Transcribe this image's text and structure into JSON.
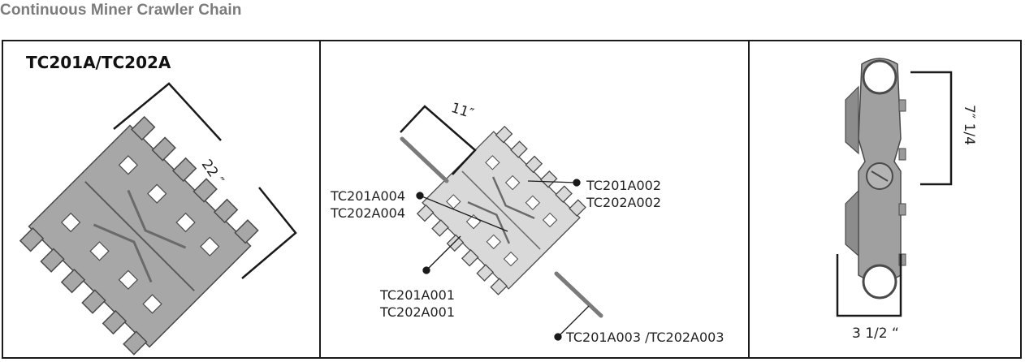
{
  "page": {
    "title": "Continuous Miner Crawler Chain"
  },
  "panel_left": {
    "model": "TC201A/TC202A",
    "dimension": "22 ″"
  },
  "panel_middle": {
    "dimension": "11″",
    "parts": [
      {
        "line1": "TC201A004",
        "line2": "TC202A004"
      },
      {
        "line1": "TC201A002",
        "line2": "TC202A002"
      },
      {
        "line1": "TC201A001",
        "line2": "TC202A001"
      },
      {
        "line1": "TC201A003 /TC202A003",
        "line2": ""
      }
    ]
  },
  "panel_right": {
    "dimension_vertical": "7″ 1/4",
    "dimension_horizontal": "3 1/2 “"
  },
  "colors": {
    "plate": "#a7a7a7",
    "plate_light": "#d9d9d9",
    "outline": "#4a4a4a",
    "line": "#1a1a1a",
    "title": "#7b7b7b"
  }
}
